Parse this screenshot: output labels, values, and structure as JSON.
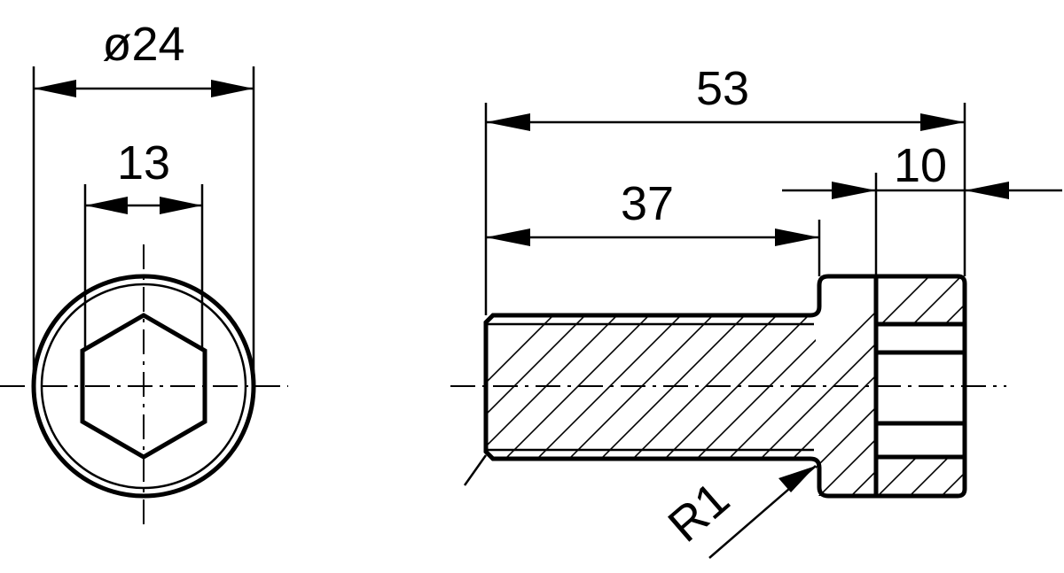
{
  "front_view": {
    "diameter_label": "ø24",
    "hex_width_label": "13"
  },
  "section_view": {
    "total_length_label": "53",
    "shank_length_label": "37",
    "head_length_label": "10",
    "radius_label": "R1"
  }
}
